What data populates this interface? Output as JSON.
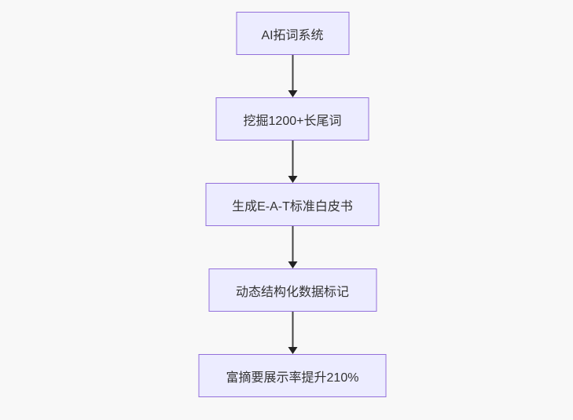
{
  "flowchart": {
    "type": "vertical-flowchart",
    "nodes": [
      {
        "id": "A",
        "label": "AI拓词系统"
      },
      {
        "id": "B",
        "label": "挖掘1200+长尾词"
      },
      {
        "id": "C",
        "label": "生成E-A-T标准白皮书"
      },
      {
        "id": "D",
        "label": "动态结构化数据标记"
      },
      {
        "id": "E",
        "label": "富摘要展示率提升210%"
      }
    ],
    "edges": [
      {
        "from": "A",
        "to": "B"
      },
      {
        "from": "B",
        "to": "C"
      },
      {
        "from": "C",
        "to": "D"
      },
      {
        "from": "D",
        "to": "E"
      }
    ],
    "colors": {
      "background": "#f8f8f8",
      "node_fill": "#ECECFF",
      "node_border": "#9370DB",
      "text": "#333333",
      "edge": "#444444",
      "edge_head": "#222222"
    }
  }
}
